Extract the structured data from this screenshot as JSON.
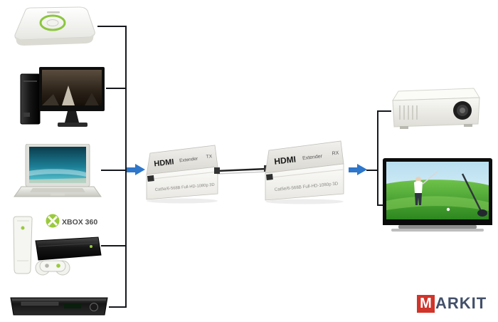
{
  "extenders": {
    "tx": {
      "brand": "HDMI",
      "label": "Extender",
      "suffix": "TX",
      "spec": "Cat5e/6-568B  Full-HD-1080p 3D"
    },
    "rx": {
      "brand": "HDMI",
      "label": "Extender",
      "suffix": "RX",
      "spec": "Cat5e/6-568B  Full-HD-1080p 3D"
    }
  },
  "xbox_logo": "XBOX 360",
  "logo": {
    "initial": "M",
    "rest": "ARKIT"
  },
  "devices": {
    "sources": [
      "media-player",
      "desktop-pc-with-monitor",
      "laptop",
      "xbox-360-console",
      "dvd-player"
    ],
    "outputs": [
      "projector",
      "tv-with-golf-scene"
    ]
  },
  "colors": {
    "arrow_blue": "#2e77cb",
    "connector_line": "#15181d",
    "logo_red": "#d0342a",
    "logo_text": "#43506a",
    "xbox_green": "#9aca3c"
  }
}
